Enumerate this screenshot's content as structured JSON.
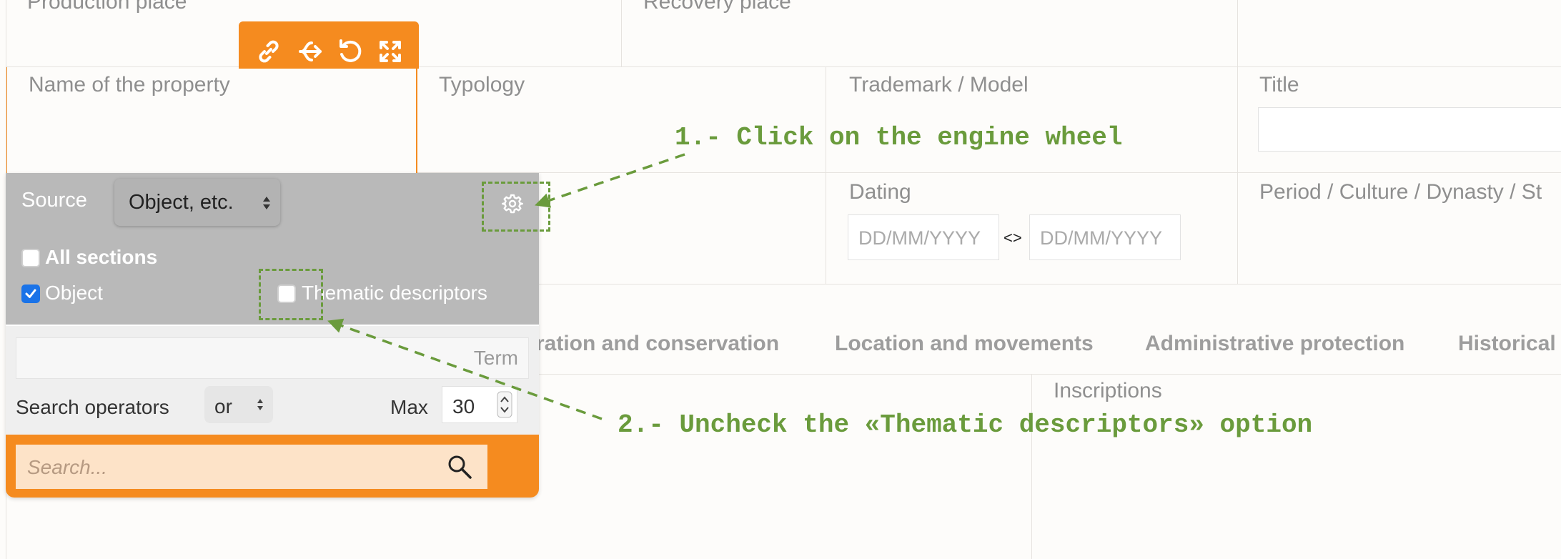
{
  "fields": {
    "production_place": "Production place",
    "recovery_place": "Recovery place",
    "name_of_property": "Name of the property",
    "typology": "Typology",
    "trademark_model": "Trademark / Model",
    "title": "Title",
    "dating": "Dating",
    "date_placeholder": "DD/MM/YYYY",
    "date_separator": "<>",
    "period": "Period / Culture / Dynasty / St",
    "inscriptions": "Inscriptions"
  },
  "tabs": [
    "ration and conservation",
    "Location and movements",
    "Administrative protection",
    "Historical"
  ],
  "popup": {
    "source_label": "Source",
    "source_value": "Object, etc.",
    "all_sections": "All sections",
    "object": "Object",
    "thematic": "Thematic descriptors",
    "term_label": "Term",
    "operators_label": "Search operators",
    "operators_value": "or",
    "max_label": "Max",
    "max_value": "30",
    "search_placeholder": "Search...",
    "object_checked": true,
    "all_sections_checked": false,
    "thematic_checked": false
  },
  "annotations": {
    "step1": "1.- Click on the engine wheel",
    "step2": "2.- Uncheck the «Thematic descriptors» option"
  },
  "colors": {
    "accent": "#f58b1f",
    "annotation": "#6a9b3c",
    "popup_gray": "#b9b9b9"
  }
}
